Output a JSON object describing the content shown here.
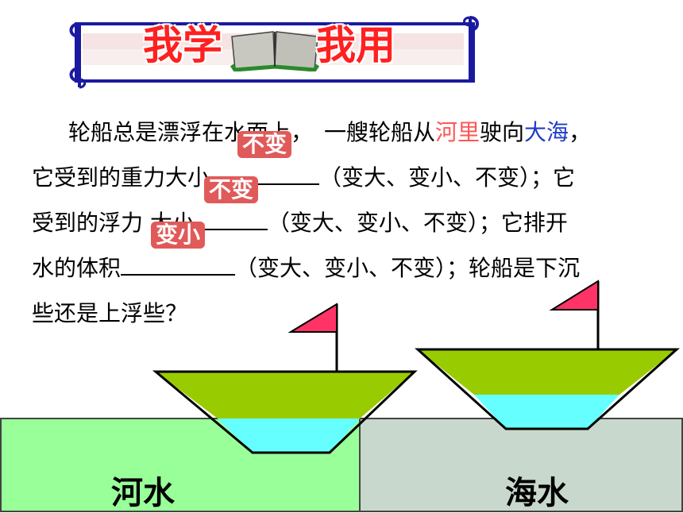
{
  "banner": {
    "title_left": "我学",
    "title_right": "我用",
    "book_icon": "open-book-icon"
  },
  "paragraph": {
    "l1_a": "轮船总是漂浮在水面上，　一艘轮船从",
    "l1_river": "河里",
    "l1_b": "驶向",
    "l1_sea": "大海",
    "l1_c": "，",
    "l2_a": "它受到的重力大小",
    "l2_ans": "不变",
    "l2_b": "（变大、变小、不变）；它",
    "l3_a": "受到的浮力 大小",
    "l3_ans": "不变",
    "l3_b": "（变大、变小、不变）；它排开",
    "l4_a": "水的体积",
    "l4_ans": "变小",
    "l4_b": "（变大、变小、不变）；轮船是下沉",
    "l5": "些还是上浮些？"
  },
  "scene": {
    "river_label": "河水",
    "sea_label": "海水",
    "colors": {
      "river": "#99ff99",
      "sea": "#c8d8cc",
      "hull": "#99cc00",
      "submerged": "#66ffff",
      "flag": "#ff3366",
      "answer_bg": "#e05a5a",
      "river_word": "#ff5555",
      "sea_word": "#1f3cc8"
    }
  }
}
